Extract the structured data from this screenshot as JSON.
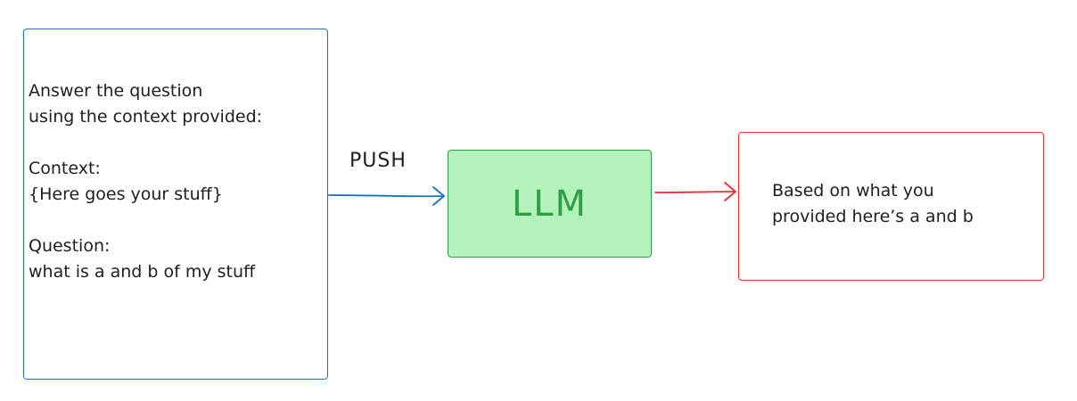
{
  "prompt": {
    "text": "Answer the question\nusing the context provided:\n\nContext:\n{Here goes your stuff}\n\nQuestion:\nwhat is a and b of my stuff"
  },
  "edge_label": "PUSH",
  "llm": {
    "label": "LLM"
  },
  "output": {
    "text": "Based on what you\nprovided here’s a and b"
  },
  "colors": {
    "prompt_border": "#1971c2",
    "llm_fill": "#b2f2bb",
    "llm_stroke": "#2f9e44",
    "output_border": "#e03131"
  }
}
